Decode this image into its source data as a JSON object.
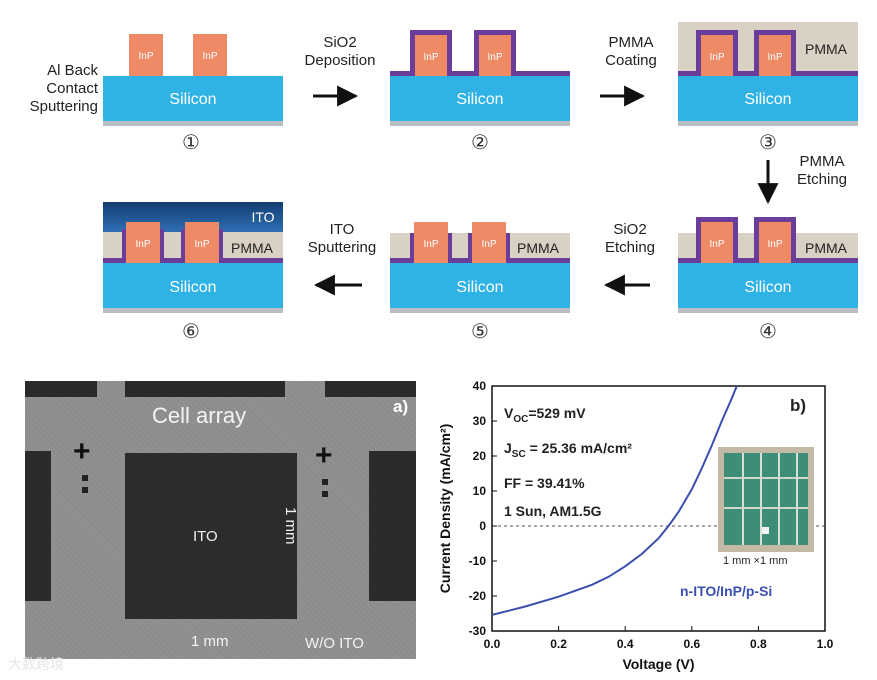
{
  "process": {
    "start_label": "Al Back\nContact\nSputtering",
    "materials": {
      "substrate": "Silicon",
      "pillar": "InP",
      "resist": "PMMA",
      "top": "ITO"
    },
    "steps": [
      "SiO2\nDeposition",
      "PMMA\nCoating",
      "PMMA\nEtching",
      "SiO2\nEtching",
      "ITO\nSputtering"
    ],
    "numbers": [
      "①",
      "②",
      "③",
      "④",
      "⑤",
      "⑥"
    ],
    "colors": {
      "silicon": "#2fb3e4",
      "base": "#b9bec2",
      "inp": "#ef8a67",
      "sio2": "#6a3d9a",
      "pmma": "#d8d1c4",
      "ito": "#1a4f86"
    }
  },
  "sem": {
    "panel_label": "a)",
    "title": "Cell array",
    "center_label": "ITO",
    "scale_vertical": "1 mm",
    "scale_bottom": "1 mm",
    "corner_label": "W/O ITO"
  },
  "jv": {
    "panel_label": "b)",
    "stats": [
      "V_OC=529 mV",
      "J_SC = 25.36 mA/cm²",
      "FF = 39.41%",
      "1 Sun, AM1.5G"
    ],
    "inset_caption": "1 mm ×1 mm",
    "legend": "n-ITO/InP/p-Si"
  },
  "chart_data": {
    "type": "line",
    "xlabel": "Voltage (V)",
    "ylabel": "Current Density (mA/cm²)",
    "xlim": [
      0.0,
      1.0
    ],
    "ylim": [
      -30,
      40
    ],
    "xticks": [
      "0.0",
      "0.2",
      "0.4",
      "0.6",
      "0.8",
      "1.0"
    ],
    "yticks": [
      "-30",
      "-20",
      "-10",
      "0",
      "10",
      "20",
      "30",
      "40"
    ],
    "zero_line": true,
    "series": [
      {
        "name": "n-ITO/InP/p-Si",
        "color": "#3b4fb0",
        "x": [
          0.0,
          0.1,
          0.2,
          0.3,
          0.35,
          0.4,
          0.45,
          0.5,
          0.53,
          0.56,
          0.6,
          0.63,
          0.66,
          0.69,
          0.72,
          0.735
        ],
        "y": [
          -25.4,
          -23.0,
          -20.2,
          -16.8,
          -14.5,
          -11.5,
          -8.0,
          -3.5,
          0.0,
          4.0,
          10.5,
          16.5,
          23.0,
          30.0,
          36.5,
          40.0
        ]
      }
    ]
  },
  "watermark": "大数跨境"
}
